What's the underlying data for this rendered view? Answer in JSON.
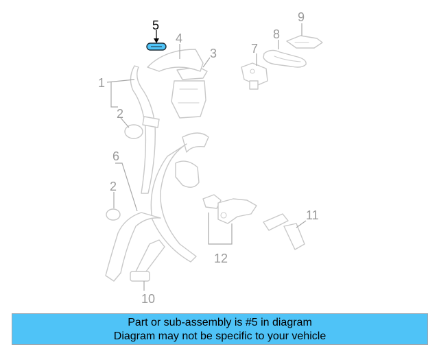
{
  "callouts": {
    "c1": "1",
    "c2a": "2",
    "c2b": "2",
    "c3": "3",
    "c4": "4",
    "c5": "5",
    "c6": "6",
    "c7": "7",
    "c8": "8",
    "c9": "9",
    "c10": "10",
    "c11": "11",
    "c12": "12"
  },
  "highlight_color": "#4fc3f7",
  "banner": {
    "line1": "Part or sub-assembly is #5 in diagram",
    "line2": "Diagram may not be specific to your vehicle",
    "background": "#4fc3f7"
  }
}
